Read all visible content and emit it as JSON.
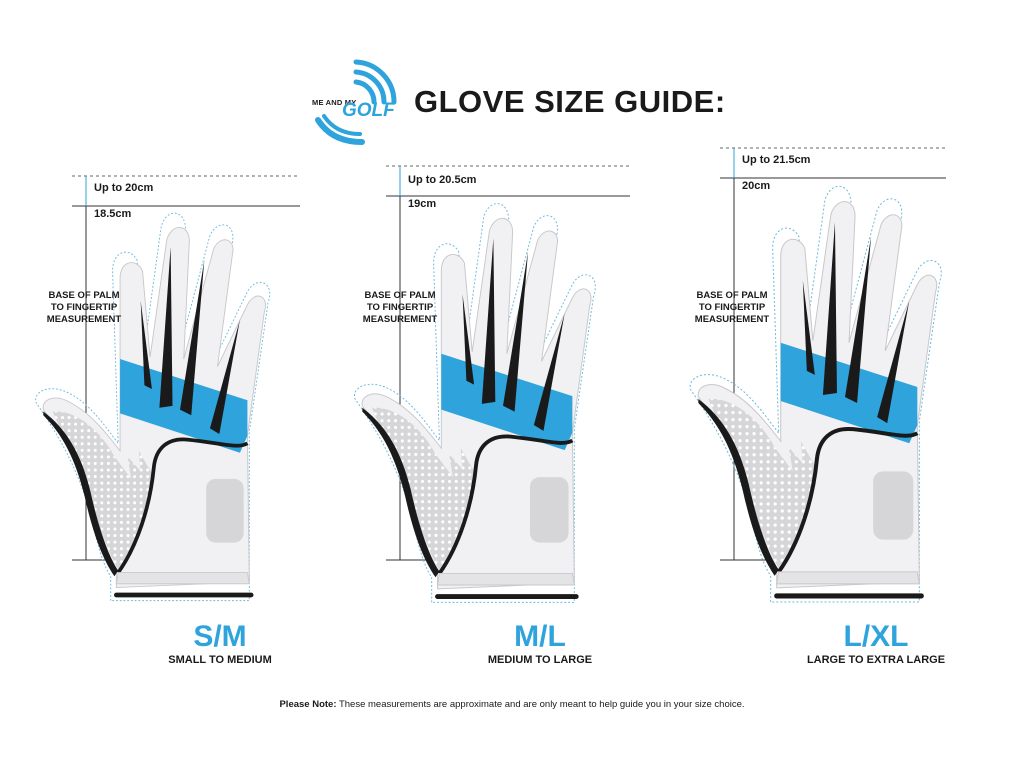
{
  "header": {
    "logo_small": "ME AND MY",
    "logo_brand": "GOLF",
    "title": "GLOVE SIZE GUIDE:"
  },
  "colors": {
    "accent": "#2ea3dc",
    "outline": "#1a1a1a",
    "glove_body": "#f1f1f3",
    "palm_grip": "#d6d6d8"
  },
  "sizes": [
    {
      "upper": "Up to 20cm",
      "lower": "18.5cm",
      "measure_line1": "BASE OF PALM",
      "measure_line2": "TO FINGERTIP",
      "measure_line3": "MEASUREMENT",
      "code": "S/M",
      "name": "SMALL TO MEDIUM"
    },
    {
      "upper": "Up to 20.5cm",
      "lower": "19cm",
      "measure_line1": "BASE OF PALM",
      "measure_line2": "TO FINGERTIP",
      "measure_line3": "MEASUREMENT",
      "code": "M/L",
      "name": "MEDIUM TO LARGE"
    },
    {
      "upper": "Up to 21.5cm",
      "lower": "20cm",
      "measure_line1": "BASE OF PALM",
      "measure_line2": "TO FINGERTIP",
      "measure_line3": "MEASUREMENT",
      "code": "L/XL",
      "name": "LARGE TO EXTRA LARGE"
    }
  ],
  "note": {
    "label": "Please Note:",
    "text": " These measurements are approximate and are only meant to help guide you in your size choice."
  }
}
